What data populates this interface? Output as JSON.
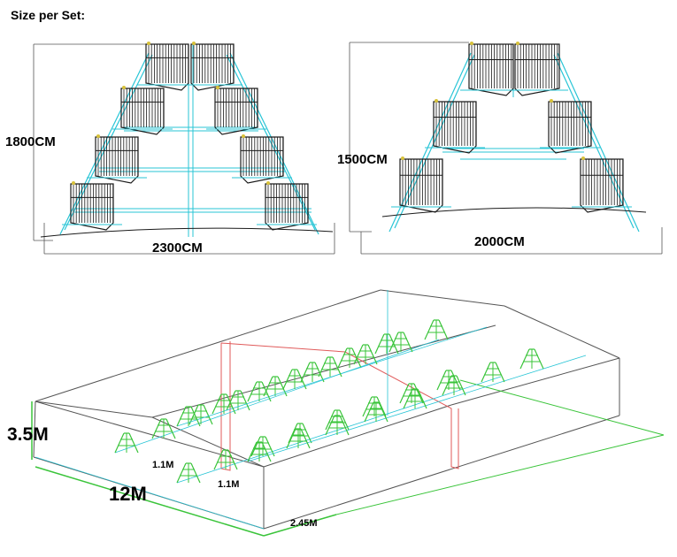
{
  "title": "Size per Set:",
  "cage_front_a": {
    "height": "1800CM",
    "width": "2300CM"
  },
  "cage_front_b": {
    "height": "1500CM",
    "width": "2000CM"
  },
  "house": {
    "height": "3.5M",
    "length": "12M",
    "cage_spacing_1": "1.1M",
    "cage_spacing_2": "1.1M",
    "aisle_width": "2.45M"
  },
  "colors": {
    "cage": "#1a1a1a",
    "frame": "#29c5d6",
    "floor_cage": "#3ac43a",
    "door": "#e05a5a",
    "building": "#555555"
  }
}
